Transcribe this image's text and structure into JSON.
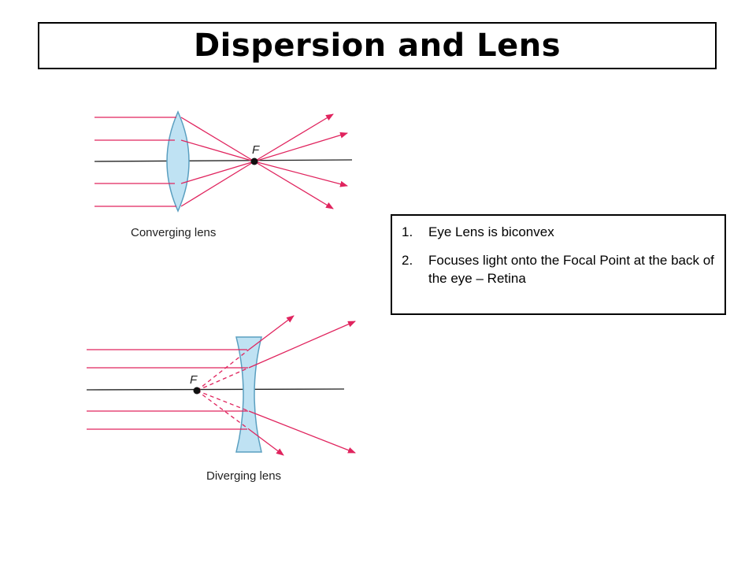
{
  "title": "Dispersion and Lens",
  "converging": {
    "caption": "Converging lens",
    "focal_label": "F"
  },
  "diverging": {
    "caption": "Diverging lens",
    "focal_label": "F"
  },
  "notes": {
    "items": [
      {
        "number": "1.",
        "text": "Eye Lens is biconvex"
      },
      {
        "number": "2.",
        "text": "Focuses light onto the Focal Point at the back of the eye – Retina"
      }
    ]
  },
  "colors": {
    "ray": "#e0245e",
    "lens_fill": "#bfe2f3",
    "lens_stroke": "#5a9fc0",
    "axis": "#222222"
  }
}
